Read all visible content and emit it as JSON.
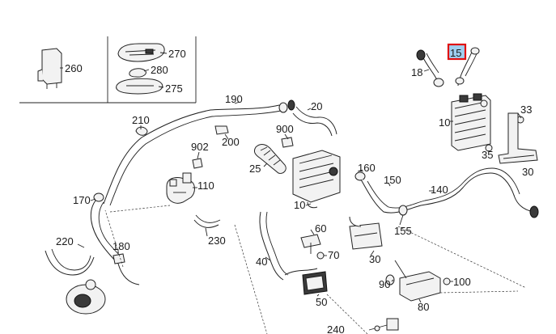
{
  "diagram": {
    "highlighted_callout": "15",
    "inset_callouts": [
      "260",
      "270",
      "280",
      "275"
    ],
    "callouts": [
      {
        "id": "c-260",
        "text": "260"
      },
      {
        "id": "c-270",
        "text": "270"
      },
      {
        "id": "c-280",
        "text": "280"
      },
      {
        "id": "c-275",
        "text": "275"
      },
      {
        "id": "c-15",
        "text": "15"
      },
      {
        "id": "c-18",
        "text": "18"
      },
      {
        "id": "c-10a",
        "text": "10"
      },
      {
        "id": "c-33",
        "text": "33"
      },
      {
        "id": "c-35",
        "text": "35"
      },
      {
        "id": "c-30a",
        "text": "30"
      },
      {
        "id": "c-190",
        "text": "190"
      },
      {
        "id": "c-20",
        "text": "20"
      },
      {
        "id": "c-210",
        "text": "210"
      },
      {
        "id": "c-900",
        "text": "900"
      },
      {
        "id": "c-200",
        "text": "200"
      },
      {
        "id": "c-902",
        "text": "902"
      },
      {
        "id": "c-25",
        "text": "25"
      },
      {
        "id": "c-160",
        "text": "160"
      },
      {
        "id": "c-150",
        "text": "150"
      },
      {
        "id": "c-140",
        "text": "140"
      },
      {
        "id": "c-110",
        "text": "110"
      },
      {
        "id": "c-170",
        "text": "170"
      },
      {
        "id": "c-10b",
        "text": "10"
      },
      {
        "id": "c-60",
        "text": "60"
      },
      {
        "id": "c-155",
        "text": "155"
      },
      {
        "id": "c-230",
        "text": "230"
      },
      {
        "id": "c-220",
        "text": "220"
      },
      {
        "id": "c-180",
        "text": "180"
      },
      {
        "id": "c-40",
        "text": "40"
      },
      {
        "id": "c-70",
        "text": "70"
      },
      {
        "id": "c-30b",
        "text": "30"
      },
      {
        "id": "c-90",
        "text": "90"
      },
      {
        "id": "c-100",
        "text": "100"
      },
      {
        "id": "c-50",
        "text": "50"
      },
      {
        "id": "c-80",
        "text": "80"
      },
      {
        "id": "c-240",
        "text": "240"
      }
    ]
  }
}
